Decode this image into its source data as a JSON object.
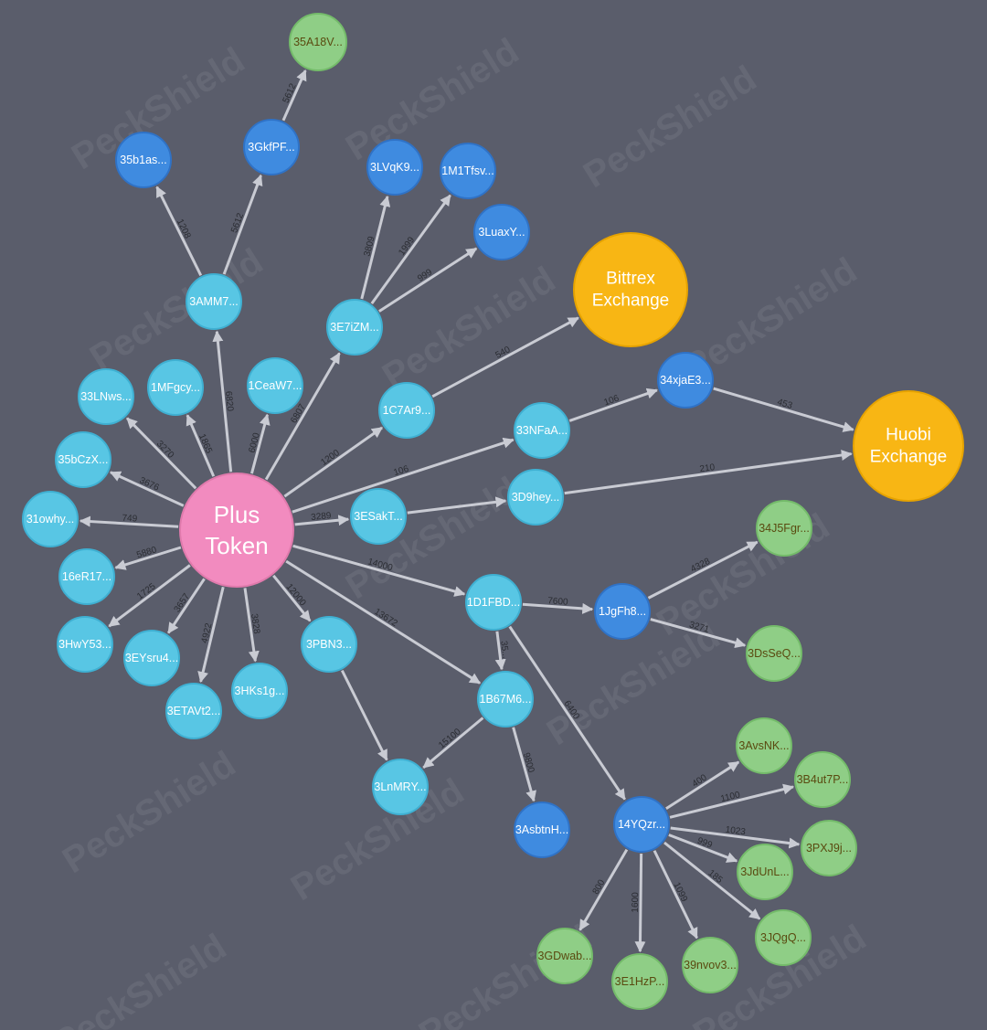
{
  "watermark": "PeckShield",
  "colors": {
    "background": "#5a5d6b",
    "light_blue": "#58c6e4",
    "dark_blue": "#3f8be0",
    "green": "#8fce86",
    "orange": "#f8b614",
    "pink": "#f28bbf",
    "edge": "#c9cbd3"
  },
  "nodes": [
    {
      "id": "plus",
      "label": [
        "Plus",
        "Token"
      ],
      "kind": "pink"
    },
    {
      "id": "bittrex",
      "label": [
        "Bittrex",
        "Exchange"
      ],
      "kind": "orange"
    },
    {
      "id": "huobi",
      "label": [
        "Huobi",
        "Exchange"
      ],
      "kind": "orange"
    },
    {
      "id": "35A18V",
      "label": [
        "35A18V..."
      ],
      "kind": "green"
    },
    {
      "id": "3GkfPF",
      "label": [
        "3GkfPF..."
      ],
      "kind": "dark_blue"
    },
    {
      "id": "35b1as",
      "label": [
        "35b1as..."
      ],
      "kind": "dark_blue"
    },
    {
      "id": "3AMM7",
      "label": [
        "3AMM7..."
      ],
      "kind": "light_blue"
    },
    {
      "id": "3LVqK9",
      "label": [
        "3LVqK9..."
      ],
      "kind": "dark_blue"
    },
    {
      "id": "1M1Tfsv",
      "label": [
        "1M1Tfsv..."
      ],
      "kind": "dark_blue"
    },
    {
      "id": "3LuaxY",
      "label": [
        "3LuaxY..."
      ],
      "kind": "dark_blue"
    },
    {
      "id": "3E7iZM",
      "label": [
        "3E7iZM..."
      ],
      "kind": "light_blue"
    },
    {
      "id": "33LNws",
      "label": [
        "33LNws..."
      ],
      "kind": "light_blue"
    },
    {
      "id": "1MFgcy",
      "label": [
        "1MFgcy..."
      ],
      "kind": "light_blue"
    },
    {
      "id": "1CeaW7",
      "label": [
        "1CeaW7..."
      ],
      "kind": "light_blue"
    },
    {
      "id": "1C7Ar9",
      "label": [
        "1C7Ar9..."
      ],
      "kind": "light_blue"
    },
    {
      "id": "34xjaE3",
      "label": [
        "34xjaE3..."
      ],
      "kind": "dark_blue"
    },
    {
      "id": "33NFaA",
      "label": [
        "33NFaA..."
      ],
      "kind": "light_blue"
    },
    {
      "id": "35bCzX",
      "label": [
        "35bCzX..."
      ],
      "kind": "light_blue"
    },
    {
      "id": "3D9hey",
      "label": [
        "3D9hey..."
      ],
      "kind": "light_blue"
    },
    {
      "id": "31owhy",
      "label": [
        "31owhy..."
      ],
      "kind": "light_blue"
    },
    {
      "id": "3ESakT",
      "label": [
        "3ESakT..."
      ],
      "kind": "light_blue"
    },
    {
      "id": "16eR17",
      "label": [
        "16eR17..."
      ],
      "kind": "light_blue"
    },
    {
      "id": "34J5Fgr",
      "label": [
        "34J5Fgr..."
      ],
      "kind": "green"
    },
    {
      "id": "1D1FBD",
      "label": [
        "1D1FBD..."
      ],
      "kind": "light_blue"
    },
    {
      "id": "1JgFh8",
      "label": [
        "1JgFh8..."
      ],
      "kind": "dark_blue"
    },
    {
      "id": "3HwY53",
      "label": [
        "3HwY53..."
      ],
      "kind": "light_blue"
    },
    {
      "id": "3EYsru4",
      "label": [
        "3EYsru4..."
      ],
      "kind": "light_blue"
    },
    {
      "id": "3PBN3",
      "label": [
        "3PBN3..."
      ],
      "kind": "light_blue"
    },
    {
      "id": "3DsSeQ",
      "label": [
        "3DsSeQ..."
      ],
      "kind": "green"
    },
    {
      "id": "3HKs1g",
      "label": [
        "3HKs1g..."
      ],
      "kind": "light_blue"
    },
    {
      "id": "3ETAVt2",
      "label": [
        "3ETAVt2..."
      ],
      "kind": "light_blue"
    },
    {
      "id": "1B67M6",
      "label": [
        "1B67M6..."
      ],
      "kind": "light_blue"
    },
    {
      "id": "3AvsNK",
      "label": [
        "3AvsNK..."
      ],
      "kind": "green"
    },
    {
      "id": "3B4ut7P",
      "label": [
        "3B4ut7P..."
      ],
      "kind": "green"
    },
    {
      "id": "3LnMRY",
      "label": [
        "3LnMRY..."
      ],
      "kind": "light_blue"
    },
    {
      "id": "3AsbtnH",
      "label": [
        "3AsbtnH..."
      ],
      "kind": "dark_blue"
    },
    {
      "id": "14YQzr",
      "label": [
        "14YQzr..."
      ],
      "kind": "dark_blue"
    },
    {
      "id": "3PXJ9j",
      "label": [
        "3PXJ9j..."
      ],
      "kind": "green"
    },
    {
      "id": "3JdUnL",
      "label": [
        "3JdUnL..."
      ],
      "kind": "green"
    },
    {
      "id": "3JQgQ",
      "label": [
        "3JQgQ..."
      ],
      "kind": "green"
    },
    {
      "id": "3GDwab",
      "label": [
        "3GDwab..."
      ],
      "kind": "green"
    },
    {
      "id": "3E1HzP",
      "label": [
        "3E1HzP..."
      ],
      "kind": "green"
    },
    {
      "id": "39nvov3",
      "label": [
        "39nvov3..."
      ],
      "kind": "green"
    }
  ],
  "edges": [
    {
      "from": "plus",
      "to": "3AMM7",
      "label": "6820"
    },
    {
      "from": "3AMM7",
      "to": "35b1as",
      "label": "1208"
    },
    {
      "from": "3AMM7",
      "to": "3GkfPF",
      "label": "5612"
    },
    {
      "from": "3GkfPF",
      "to": "35A18V",
      "label": "5612"
    },
    {
      "from": "plus",
      "to": "3E7iZM",
      "label": "6807"
    },
    {
      "from": "3E7iZM",
      "to": "3LVqK9",
      "label": "3809"
    },
    {
      "from": "3E7iZM",
      "to": "1M1Tfsv",
      "label": "1999"
    },
    {
      "from": "3E7iZM",
      "to": "3LuaxY",
      "label": "999"
    },
    {
      "from": "plus",
      "to": "33LNws",
      "label": "3270"
    },
    {
      "from": "plus",
      "to": "1MFgcy",
      "label": "1865"
    },
    {
      "from": "plus",
      "to": "1CeaW7",
      "label": "6000"
    },
    {
      "from": "plus",
      "to": "1C7Ar9",
      "label": "1200"
    },
    {
      "from": "1C7Ar9",
      "to": "bittrex",
      "label": "540"
    },
    {
      "from": "plus",
      "to": "33NFaA",
      "label": "106"
    },
    {
      "from": "33NFaA",
      "to": "34xjaE3",
      "label": "106"
    },
    {
      "from": "34xjaE3",
      "to": "huobi",
      "label": "453"
    },
    {
      "from": "3D9hey",
      "to": "huobi",
      "label": "210"
    },
    {
      "from": "plus",
      "to": "35bCzX",
      "label": "3676"
    },
    {
      "from": "plus",
      "to": "31owhy",
      "label": "749"
    },
    {
      "from": "plus",
      "to": "3ESakT",
      "label": "3289"
    },
    {
      "from": "3ESakT",
      "to": "3D9hey",
      "label": ""
    },
    {
      "from": "plus",
      "to": "16eR17",
      "label": "5880"
    },
    {
      "from": "plus",
      "to": "3HwY53",
      "label": "1725"
    },
    {
      "from": "plus",
      "to": "3EYsru4",
      "label": "3657"
    },
    {
      "from": "plus",
      "to": "3ETAVt2",
      "label": "4922"
    },
    {
      "from": "plus",
      "to": "3HKs1g",
      "label": "3828"
    },
    {
      "from": "plus",
      "to": "3PBN3",
      "label": "12000"
    },
    {
      "from": "plus",
      "to": "1D1FBD",
      "label": "14000"
    },
    {
      "from": "plus",
      "to": "1B67M6",
      "label": "13672"
    },
    {
      "from": "1D1FBD",
      "to": "1JgFh8",
      "label": "7600"
    },
    {
      "from": "1JgFh8",
      "to": "34J5Fgr",
      "label": "4328"
    },
    {
      "from": "1JgFh8",
      "to": "3DsSeQ",
      "label": "3271"
    },
    {
      "from": "1D1FBD",
      "to": "1B67M6",
      "label": "35..."
    },
    {
      "from": "1D1FBD",
      "to": "14YQzr",
      "label": "6400"
    },
    {
      "from": "1B67M6",
      "to": "3LnMRY",
      "label": "15100"
    },
    {
      "from": "1B67M6",
      "to": "3AsbtnH",
      "label": "9800"
    },
    {
      "from": "3PBN3",
      "to": "3LnMRY",
      "label": ""
    },
    {
      "from": "14YQzr",
      "to": "3AvsNK",
      "label": "400"
    },
    {
      "from": "14YQzr",
      "to": "3B4ut7P",
      "label": "1100"
    },
    {
      "from": "14YQzr",
      "to": "3PXJ9j",
      "label": "1023"
    },
    {
      "from": "14YQzr",
      "to": "3JdUnL",
      "label": "999"
    },
    {
      "from": "14YQzr",
      "to": "3JQgQ",
      "label": "185"
    },
    {
      "from": "14YQzr",
      "to": "39nvov3",
      "label": "1099"
    },
    {
      "from": "14YQzr",
      "to": "3E1HzP",
      "label": "1600"
    },
    {
      "from": "14YQzr",
      "to": "3GDwab",
      "label": "800"
    }
  ]
}
